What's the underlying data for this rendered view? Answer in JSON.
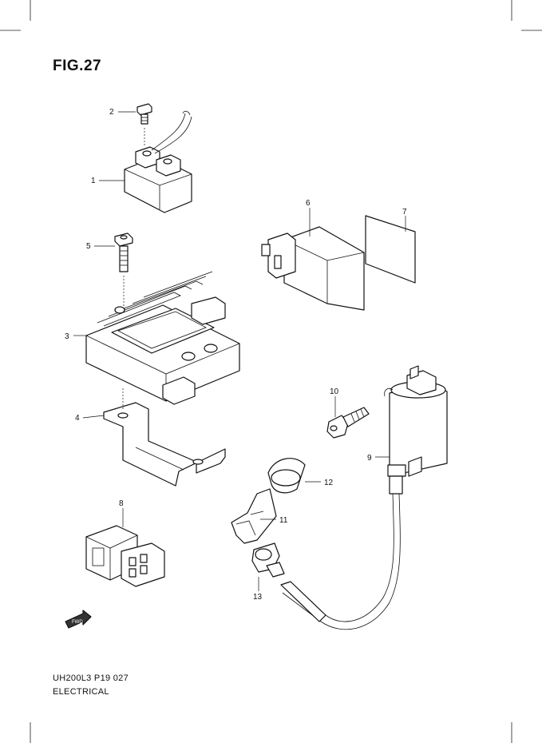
{
  "figure": {
    "title": "FIG.27",
    "footer_code": "UH200L3 P19  027",
    "footer_section": "ELECTRICAL"
  },
  "arrow_label": "FWD",
  "callouts": [
    {
      "id": "1",
      "label": "1"
    },
    {
      "id": "2",
      "label": "2"
    },
    {
      "id": "3",
      "label": "3"
    },
    {
      "id": "4",
      "label": "4"
    },
    {
      "id": "5",
      "label": "5"
    },
    {
      "id": "6",
      "label": "6"
    },
    {
      "id": "7",
      "label": "7"
    },
    {
      "id": "8",
      "label": "8"
    },
    {
      "id": "9",
      "label": "9"
    },
    {
      "id": "10",
      "label": "10"
    },
    {
      "id": "11",
      "label": "11"
    },
    {
      "id": "12",
      "label": "12"
    },
    {
      "id": "13",
      "label": "13"
    }
  ]
}
